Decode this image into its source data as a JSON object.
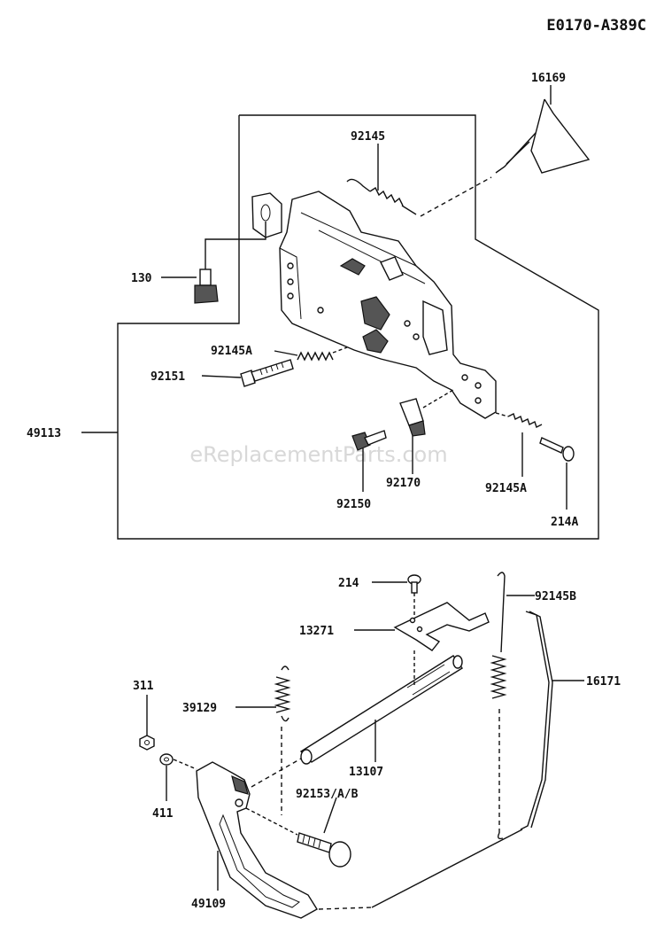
{
  "diagram_code": "E0170-A389C",
  "watermark": "eReplacementParts.com",
  "labels": {
    "p16169": "16169",
    "p92145": "92145",
    "p130": "130",
    "p92145A_1": "92145A",
    "p92151": "92151",
    "p49113": "49113",
    "p92150": "92150",
    "p92170": "92170",
    "p92145A_2": "92145A",
    "p214A": "214A",
    "p214": "214",
    "p92145B": "92145B",
    "p13271": "13271",
    "p16171": "16171",
    "p311": "311",
    "p39129": "39129",
    "p13107": "13107",
    "p411": "411",
    "p92153": "92153/A/B",
    "p49109": "49109"
  }
}
